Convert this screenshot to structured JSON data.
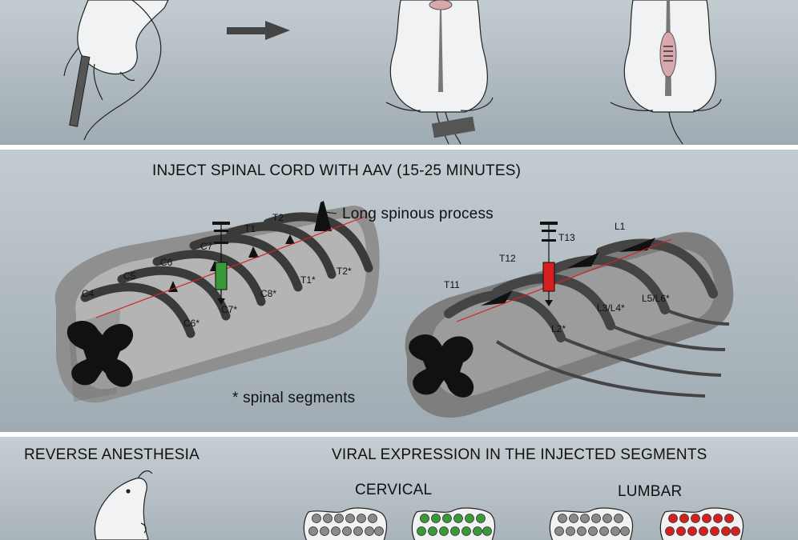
{
  "panel2": {
    "title": "INJECT SPINAL CORD WITH AAV (15-25 MINUTES)",
    "callout": "Long spinous process",
    "footnote": "* spinal segments",
    "cervical_vertebrae": [
      "C4",
      "C5",
      "C6",
      "C7",
      "T1",
      "T2"
    ],
    "cervical_segments": [
      "C6*",
      "C7*",
      "C8*",
      "T1*",
      "T2*"
    ],
    "lumbar_vertebrae": [
      "T11",
      "T12",
      "T13",
      "L1"
    ],
    "lumbar_segments": [
      "L2*",
      "L3/L4*",
      "L5/L6*"
    ],
    "cervical_syringe_color": "#3a9a3a",
    "lumbar_syringe_color": "#d62020"
  },
  "panel3": {
    "step_label": "REVERSE ANESTHESIA",
    "expression_title": "VIRAL EXPRESSION IN THE INJECTED SEGMENTS",
    "cervical_label": "CERVICAL",
    "lumbar_label": "LUMBAR",
    "cervical_expression_color": "#3a9a3a",
    "lumbar_expression_color": "#d62020"
  }
}
